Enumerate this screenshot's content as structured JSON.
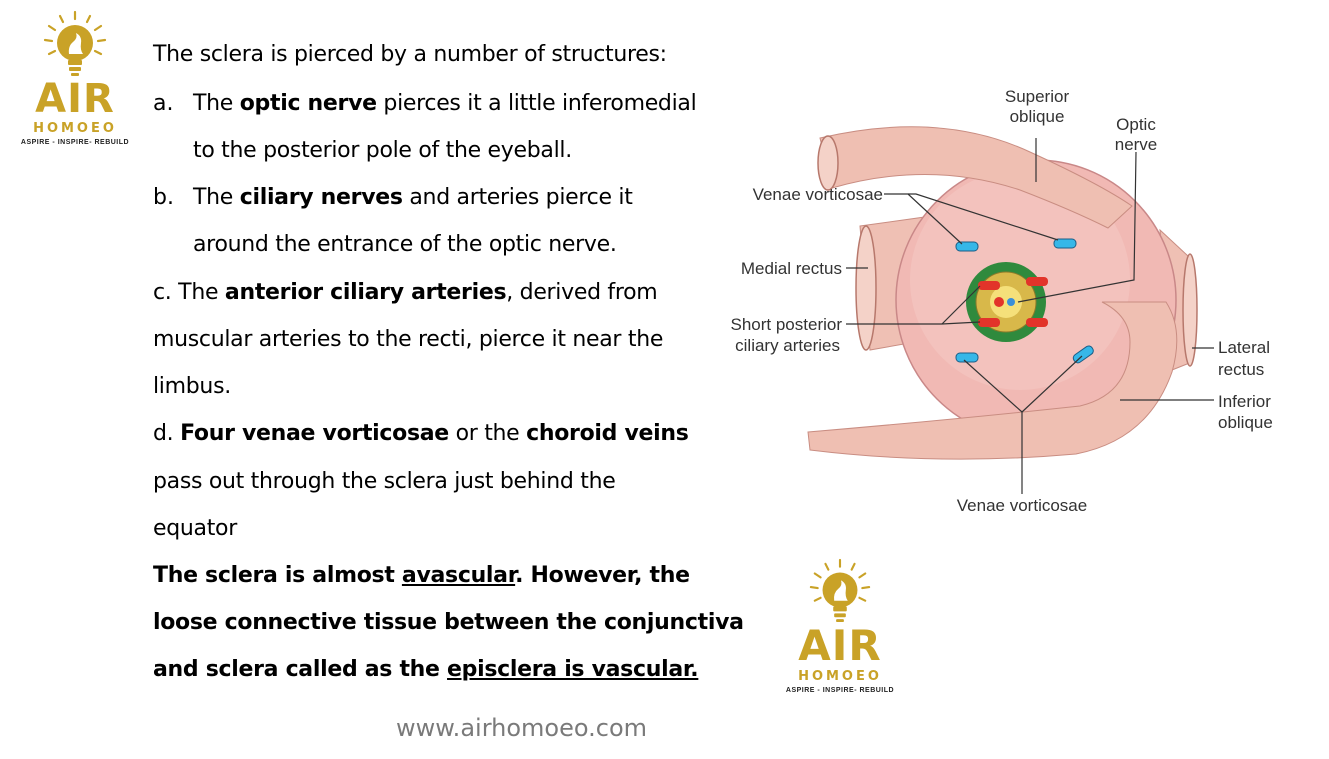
{
  "brand": {
    "name": "AIR",
    "subname": "HOMOEO",
    "tagline": "ASPIRE - INSPIRE- REBUILD",
    "colors": {
      "gold": "#c9a227",
      "pink": "#e8a7a8"
    }
  },
  "content": {
    "intro": "The sclera is pierced by a number of structures:",
    "item_a": {
      "marker": "a.",
      "pre": "The ",
      "bold": "optic nerve",
      "post": " pierces it a little inferomedial",
      "cont": "to the posterior pole of the eyeball."
    },
    "item_b": {
      "marker": "b.",
      "pre": "The ",
      "bold": "ciliary nerves",
      "post": " and arteries pierce it",
      "cont": "around the entrance of the optic nerve."
    },
    "item_c": {
      "pre": "c. The ",
      "bold": "anterior ciliary arteries",
      "post": ", derived from",
      "cont1": "muscular arteries to the recti, pierce it near the",
      "cont2": "limbus."
    },
    "item_d": {
      "pre": "d. ",
      "bold1": "Four venae vorticosae",
      "mid": " or the ",
      "bold2": "choroid veins",
      "cont1": "pass out through the sclera just behind the",
      "cont2": "equator"
    },
    "summary": {
      "l1_pre": "The sclera is almost ",
      "l1_u": "avascular",
      "l1_post": ". However, the",
      "l2": "loose connective tissue between the conjunctiva",
      "l3_pre": "and sclera called as the ",
      "l3_u": "episclera is vascular."
    }
  },
  "diagram": {
    "superior_oblique_1": "Superior",
    "superior_oblique_2": "oblique",
    "optic_nerve_1": "Optic",
    "optic_nerve_2": "nerve",
    "venae_vorticosae_top": "Venae vorticosae",
    "medial_rectus": "Medial rectus",
    "short_posterior_1": "Short  posterior",
    "short_posterior_2": "ciliary arteries",
    "lateral_rectus_1": "Lateral",
    "lateral_rectus_2": "rectus",
    "inferior_oblique_1": "Inferior",
    "inferior_oblique_2": "oblique",
    "venae_vorticosae_bottom": "Venae vorticosae"
  },
  "footer": {
    "website": "www.airhomoeo.com"
  }
}
